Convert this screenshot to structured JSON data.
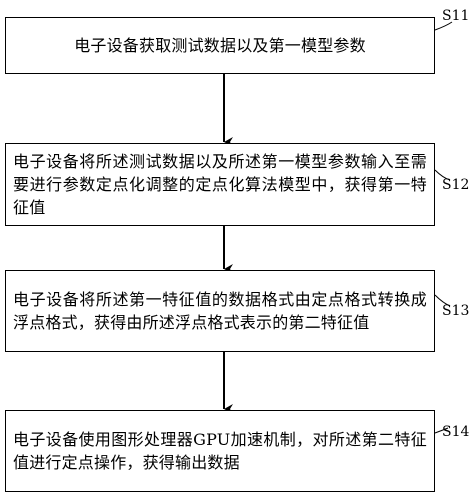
{
  "steps": [
    {
      "id": "S11",
      "label": "S11",
      "text": "电子设备获取测试数据以及第一模型参数"
    },
    {
      "id": "S12",
      "label": "S12",
      "text": "电子设备将所述测试数据以及所述第一模型参数输入至需要进行参数定点化调整的定点化算法模型中，获得第一特征值"
    },
    {
      "id": "S13",
      "label": "S13",
      "text": "电子设备将所述第一特征值的数据格式由定点格式转换成浮点格式，获得由所述浮点格式表示的第二特征值"
    },
    {
      "id": "S14",
      "label": "S14",
      "text": "电子设备使用图形处理器GPU加速机制，对所述第二特征值进行定点操作，获得输出数据"
    }
  ],
  "colors": {
    "line": "#000000",
    "background": "#ffffff"
  }
}
